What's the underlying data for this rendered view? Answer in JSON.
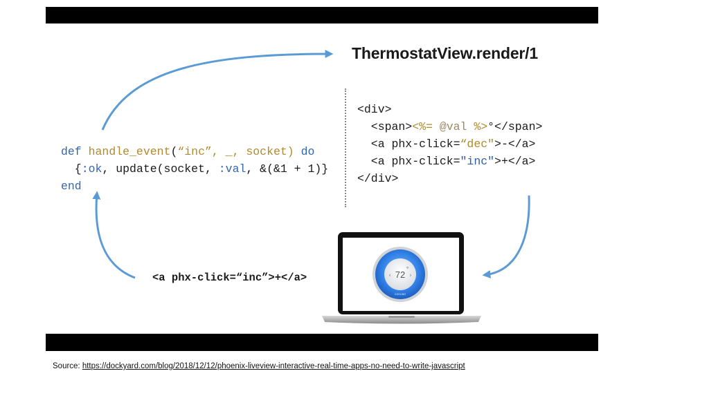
{
  "title": "ThermostatView.render/1",
  "handler_code": {
    "line1": {
      "def": "def",
      "fn": "handle_event",
      "open": "(",
      "str": "“inc”",
      "rest": ", _, socket)",
      "do": "do"
    },
    "line2": {
      "open": "  {",
      "ok": ":ok",
      "mid": ", update(socket, ",
      "val": ":val",
      "end": ", &(&1 + 1)}"
    },
    "line3": "end"
  },
  "template_code": {
    "line1": "<div>",
    "line2": {
      "pre": "  <span>",
      "tag": "<%= ",
      "var": "@val",
      "close": " %>",
      "post": "°</span>"
    },
    "line3": {
      "pre": "  <a phx-click=",
      "str": "“dec\"",
      "post": ">-</a>"
    },
    "line4": {
      "pre": "  <a phx-click=",
      "str": "\"inc\"",
      "post": ">+</a>"
    },
    "line5": "</div>"
  },
  "click_snippet": "<a phx-click=“inc”>+</a>",
  "thermostat": {
    "temperature": "72",
    "unit": "°",
    "brand": "COOLING"
  },
  "source": {
    "label": "Source:",
    "url": "https://dockyard.com/blog/2018/12/12/phoenix-liveview-interactive-real-time-apps-no-need-to-write-javascript"
  },
  "colors": {
    "arrow": "#5b9bd5",
    "keyword": "#3366b2",
    "string": "#b08a2e",
    "band": "#000000"
  }
}
